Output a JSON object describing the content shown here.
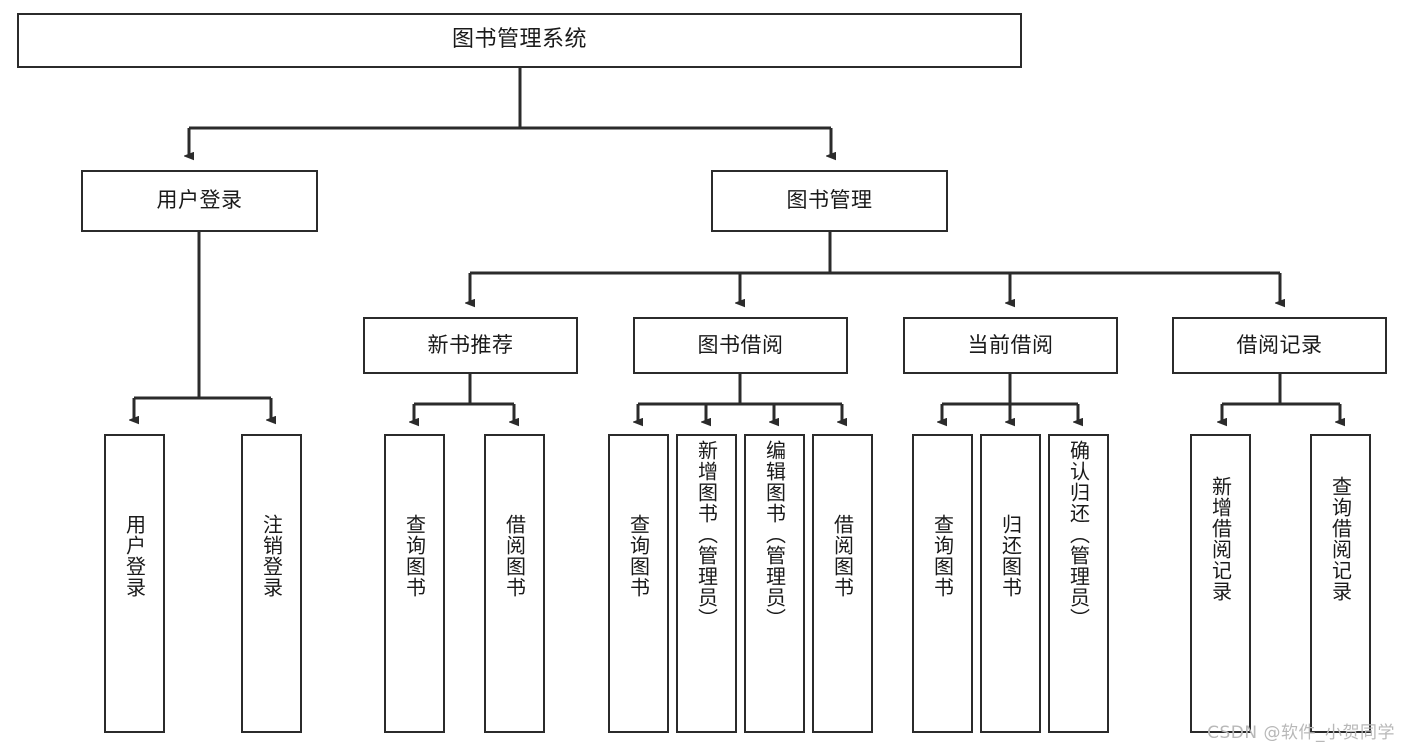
{
  "diagram": {
    "title": "图书管理系统",
    "watermark": "CSDN @软件_小贺同学",
    "line_color": "#2b2b2b",
    "box_fill": "#ffffff",
    "text_color": "#1a1a1a",
    "watermark_color": "#b8b8b8",
    "root": {
      "label": "图书管理系统"
    },
    "level2": [
      {
        "label": "用户登录"
      },
      {
        "label": "图书管理"
      }
    ],
    "level3": [
      {
        "label": "新书推荐"
      },
      {
        "label": "图书借阅"
      },
      {
        "label": "当前借阅"
      },
      {
        "label": "借阅记录"
      }
    ],
    "leaves": {
      "user_login": [
        {
          "label": "用户登录"
        },
        {
          "label": "注销登录"
        }
      ],
      "new_book_recommend": [
        {
          "label": "查询图书"
        },
        {
          "label": "借阅图书"
        }
      ],
      "book_borrow": [
        {
          "label": "查询图书"
        },
        {
          "label": "新增图书（管理员）"
        },
        {
          "label": "编辑图书（管理员）"
        },
        {
          "label": "借阅图书"
        }
      ],
      "current_borrow": [
        {
          "label": "查询图书"
        },
        {
          "label": "归还图书"
        },
        {
          "label": "确认归还（管理员）"
        }
      ],
      "borrow_record": [
        {
          "label": "新增借阅记录"
        },
        {
          "label": "查询借阅记录"
        }
      ]
    }
  }
}
